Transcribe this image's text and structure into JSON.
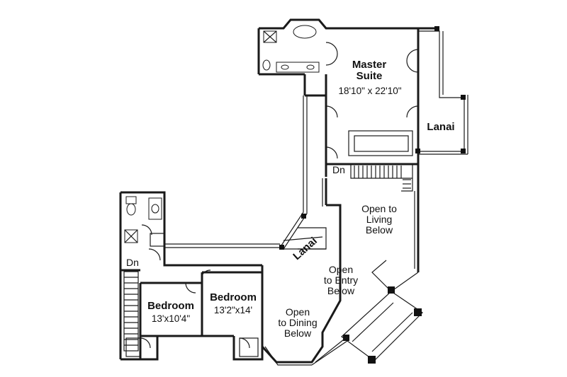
{
  "rooms": {
    "master_suite": {
      "name_line1": "Master",
      "name_line2": "Suite",
      "size": "18'10\" x 22'10\""
    },
    "lanai_right": {
      "name": "Lanai"
    },
    "lanai_diag": {
      "name": "Lanai"
    },
    "bedroom_left": {
      "name": "Bedroom",
      "size": "13'x10'4\""
    },
    "bedroom_right": {
      "name": "Bedroom",
      "size": "13'2\"x14'"
    }
  },
  "openings": {
    "living": {
      "line1": "Open to",
      "line2": "Living",
      "line3": "Below"
    },
    "entry": {
      "line1": "Open",
      "line2": "to Entry",
      "line3": "Below"
    },
    "dining": {
      "line1": "Open",
      "line2": "to Dining",
      "line3": "Below"
    }
  },
  "stairs": {
    "top_down": "Dn",
    "left_down": "Dn"
  }
}
